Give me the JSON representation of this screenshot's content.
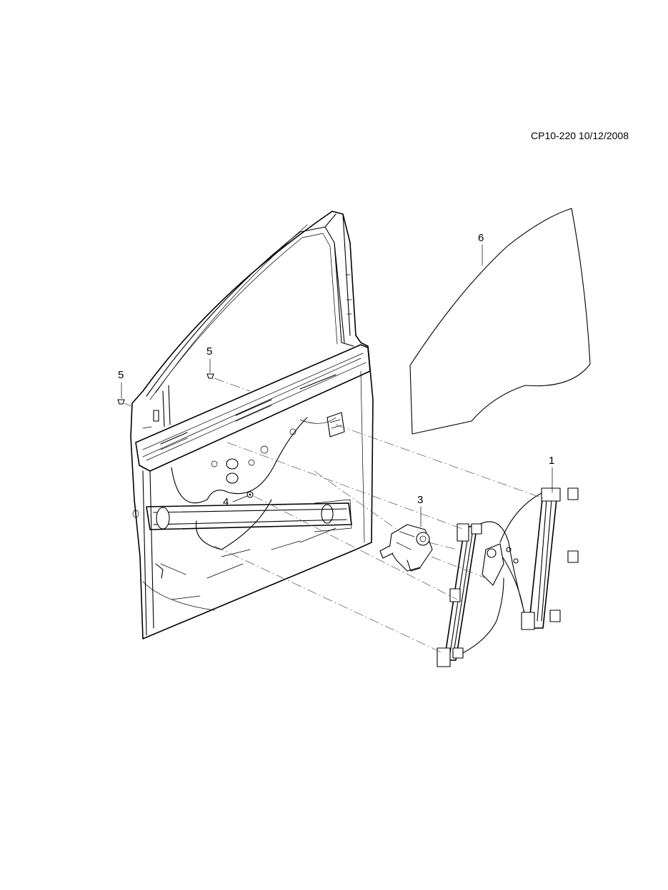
{
  "header": {
    "doc_id": "CP10-220 10/12/2008"
  },
  "callouts": [
    {
      "id": "callout-1",
      "label": "1"
    },
    {
      "id": "callout-3",
      "label": "3"
    },
    {
      "id": "callout-4",
      "label": "4"
    },
    {
      "id": "callout-5a",
      "label": "5"
    },
    {
      "id": "callout-5b",
      "label": "5"
    },
    {
      "id": "callout-6",
      "label": "6"
    }
  ]
}
